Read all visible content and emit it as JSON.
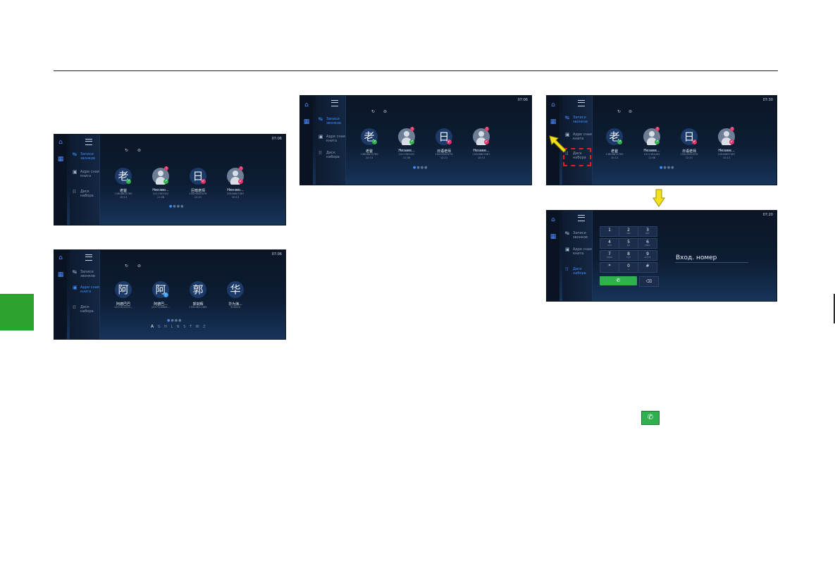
{
  "menu": {
    "records": "Записи звонков",
    "contacts": "Адре сная книга",
    "dialpad": "Диск набора"
  },
  "screens": {
    "s1": {
      "clock": "07:06",
      "contacts": [
        {
          "initial": "老",
          "name": "老爸",
          "number": "13608815769",
          "time": "10:13"
        },
        {
          "initial": "",
          "name": "Нензво...",
          "number": "2411394452",
          "time": "11:08"
        },
        {
          "initial": "日",
          "name": "巨暗老师",
          "number": "15000000076",
          "time": "12:21"
        },
        {
          "initial": "",
          "name": "Нензво...",
          "number": "15046807087",
          "time": "10:13"
        }
      ]
    },
    "s2": {
      "clock": "07:06",
      "contacts": [
        {
          "initial": "阿",
          "name": "阿德巴巴",
          "number": "1257424203..."
        },
        {
          "initial": "阿",
          "name": "阿德巴...",
          "number": "1257126864..."
        },
        {
          "initial": "郭",
          "name": "郭剑辉",
          "number": "13524611389"
        },
        {
          "initial": "华",
          "name": "华为演...",
          "number": "300000"
        }
      ],
      "alpha_first": "A",
      "alpha_rest": "G H L N S T W Z"
    },
    "s3": {
      "clock": "07:06",
      "contacts": [
        {
          "initial": "老",
          "name": "老爸",
          "number": "13608815769",
          "time": "10:13"
        },
        {
          "initial": "",
          "name": "Незаве...",
          "number": "2411394452",
          "time": "11:08"
        },
        {
          "initial": "日",
          "name": "日语老师",
          "number": "15000000076",
          "time": "12:21"
        },
        {
          "initial": "",
          "name": "Незаве...",
          "number": "15046807087",
          "time": "10:13"
        }
      ]
    },
    "s4": {
      "clock": "07:30",
      "contacts": [
        {
          "initial": "老",
          "name": "老爸",
          "number": "13608815769",
          "time": "10:13"
        },
        {
          "initial": "",
          "name": "Незаве...",
          "number": "2411394452",
          "time": "11:08"
        },
        {
          "initial": "日",
          "name": "日语老师",
          "number": "15000000076",
          "time": "12:21"
        },
        {
          "initial": "",
          "name": "Незаве...",
          "number": "15046807087",
          "time": "10:13"
        }
      ]
    },
    "s5": {
      "clock": "07:20",
      "keys": [
        {
          "digit": "1",
          "sub": ""
        },
        {
          "digit": "2",
          "sub": "ABC"
        },
        {
          "digit": "3",
          "sub": "DEF"
        },
        {
          "digit": "4",
          "sub": "GHI"
        },
        {
          "digit": "5",
          "sub": "JKL"
        },
        {
          "digit": "6",
          "sub": "MNO"
        },
        {
          "digit": "7",
          "sub": "PQRS"
        },
        {
          "digit": "8",
          "sub": "TUV"
        },
        {
          "digit": "9",
          "sub": "WXYZ"
        },
        {
          "digit": "*",
          "sub": ""
        },
        {
          "digit": "0",
          "sub": "+"
        },
        {
          "digit": "#",
          "sub": ""
        }
      ],
      "input_label": "Вход. номер"
    }
  }
}
